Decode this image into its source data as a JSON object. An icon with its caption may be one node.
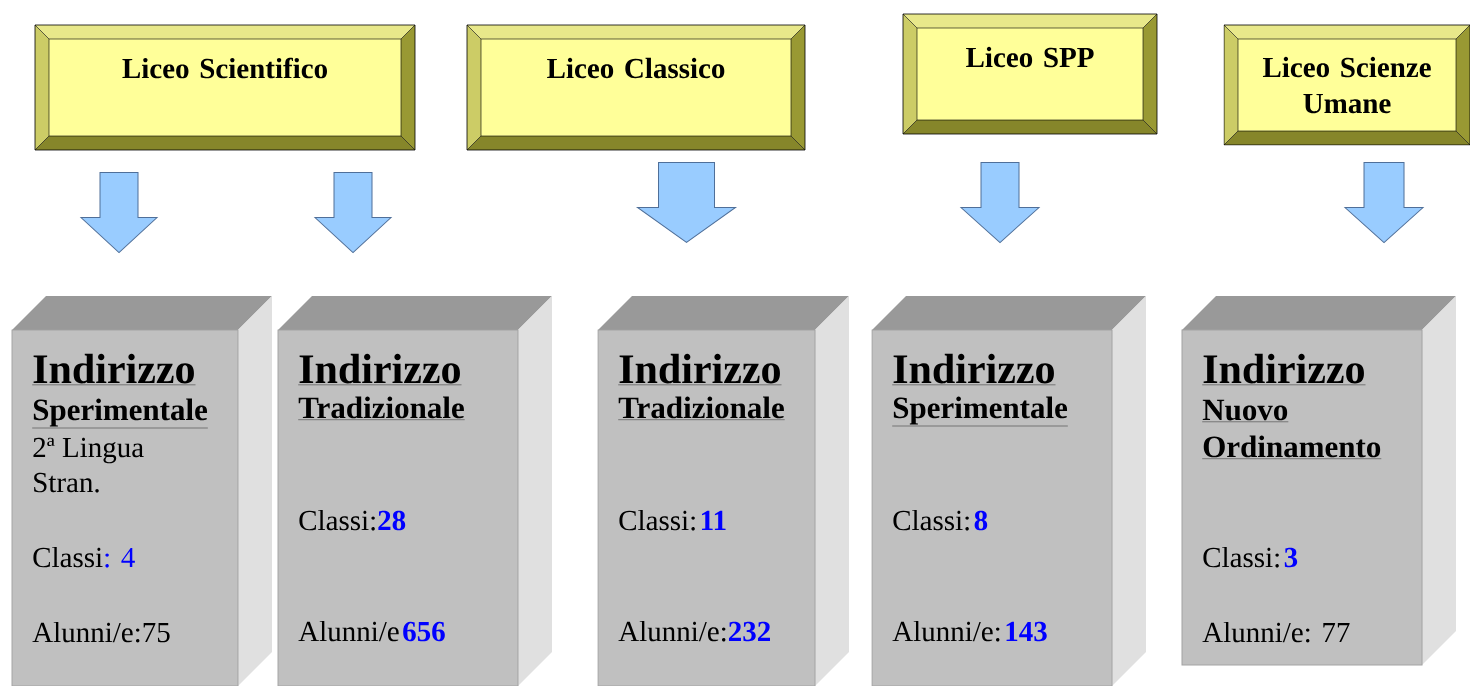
{
  "diagram": {
    "nodes": [
      {
        "text": [
          "Liceo Scientifico"
        ]
      },
      {
        "text": [
          "Liceo Classico"
        ]
      },
      {
        "text": [
          "Liceo SPP"
        ]
      },
      {
        "text": [
          "Liceo Scienze Umane"
        ]
      },
      {
        "text": [
          "Indirizzo",
          "Sperimentale",
          "2ª Lingua Stran.",
          "Classi",
          ": 4",
          "Alunni/e:75"
        ]
      },
      {
        "text": [
          "Indirizzo",
          "Tradizionale",
          "Classi:",
          "28",
          "Alunni/e",
          "656"
        ]
      },
      {
        "text": [
          "Indirizzo",
          "Tradizionale",
          "Classi:",
          "11",
          "Alunni/e:",
          "232"
        ]
      },
      {
        "text": [
          "Indirizzo",
          "Sperimentale",
          "Classi:",
          "8",
          "Alunni/e:",
          "143"
        ]
      },
      {
        "text": [
          "Indirizzo",
          "Nuovo Ordinamento",
          "Classi:",
          "3",
          "Alunni/e: 77"
        ]
      }
    ],
    "edges": [
      {
        "from": 0,
        "to": 4,
        "arrow": "to"
      },
      {
        "from": 0,
        "to": 5,
        "arrow": "to"
      },
      {
        "from": 1,
        "to": 6,
        "arrow": "to"
      },
      {
        "from": 2,
        "to": 7,
        "arrow": "to"
      },
      {
        "from": 3,
        "to": 8,
        "arrow": "to"
      }
    ]
  }
}
